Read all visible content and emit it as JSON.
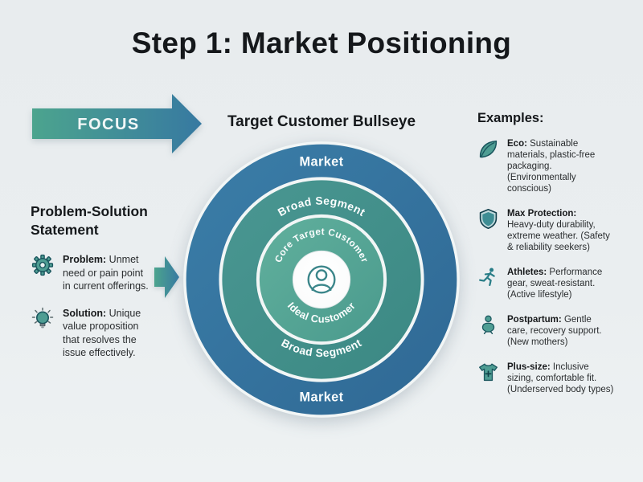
{
  "title": "Step 1: Market Positioning",
  "focus_arrow": {
    "label": "FOCUS"
  },
  "bullseye": {
    "heading": "Target Customer Bullseye",
    "labels": {
      "market_top": "Market",
      "broad_top": "Broad Segment",
      "core": "Core Target Customer",
      "ideal": "Ideal Customer",
      "broad_bottom": "Broad Segment",
      "market_bottom": "Market"
    },
    "center_icon": "person-icon"
  },
  "problem_solution": {
    "heading": "Problem-Solution\nStatement",
    "items": [
      {
        "icon": "gear-icon",
        "label": "Problem:",
        "text": "Unmet\nneed or pain point\nin current offerings."
      },
      {
        "icon": "lightbulb-icon",
        "label": "Solution:",
        "text": "Unique\nvalue proposition\nthat resolves the\nissue effectively."
      }
    ]
  },
  "examples": {
    "heading": "Examples:",
    "items": [
      {
        "icon": "leaf-icon",
        "label": "Eco:",
        "text": "Sustainable\nmaterials, plastic-free\npackaging.\n(Environmentally\nconscious)"
      },
      {
        "icon": "shield-icon",
        "label": "Max Protection:",
        "text": "\nHeavy-duty durability,\nextreme weather. (Safety\n& reliability seekers)"
      },
      {
        "icon": "runner-icon",
        "label": "Athletes:",
        "text": "Performance\ngear, sweat-resistant.\n(Active lifestyle)"
      },
      {
        "icon": "baby-icon",
        "label": "Postpartum:",
        "text": "Gentle\ncare, recovery support.\n(New mothers)"
      },
      {
        "icon": "tshirt-icon",
        "label": "Plus-size:",
        "text": "Inclusive\nsizing, comfortable fit.\n(Underserved body types)"
      }
    ]
  },
  "colors": {
    "background": "#e9edef",
    "ring_market": "#34719e",
    "ring_broad_segment": "#44918c",
    "ring_core": "#57a693",
    "arrow_gradient_start": "#4ca48e",
    "arrow_gradient_end": "#3779a1",
    "icon_teal": "#4e9d93",
    "icon_outline": "#1a565e",
    "title_text": "#15181b"
  }
}
